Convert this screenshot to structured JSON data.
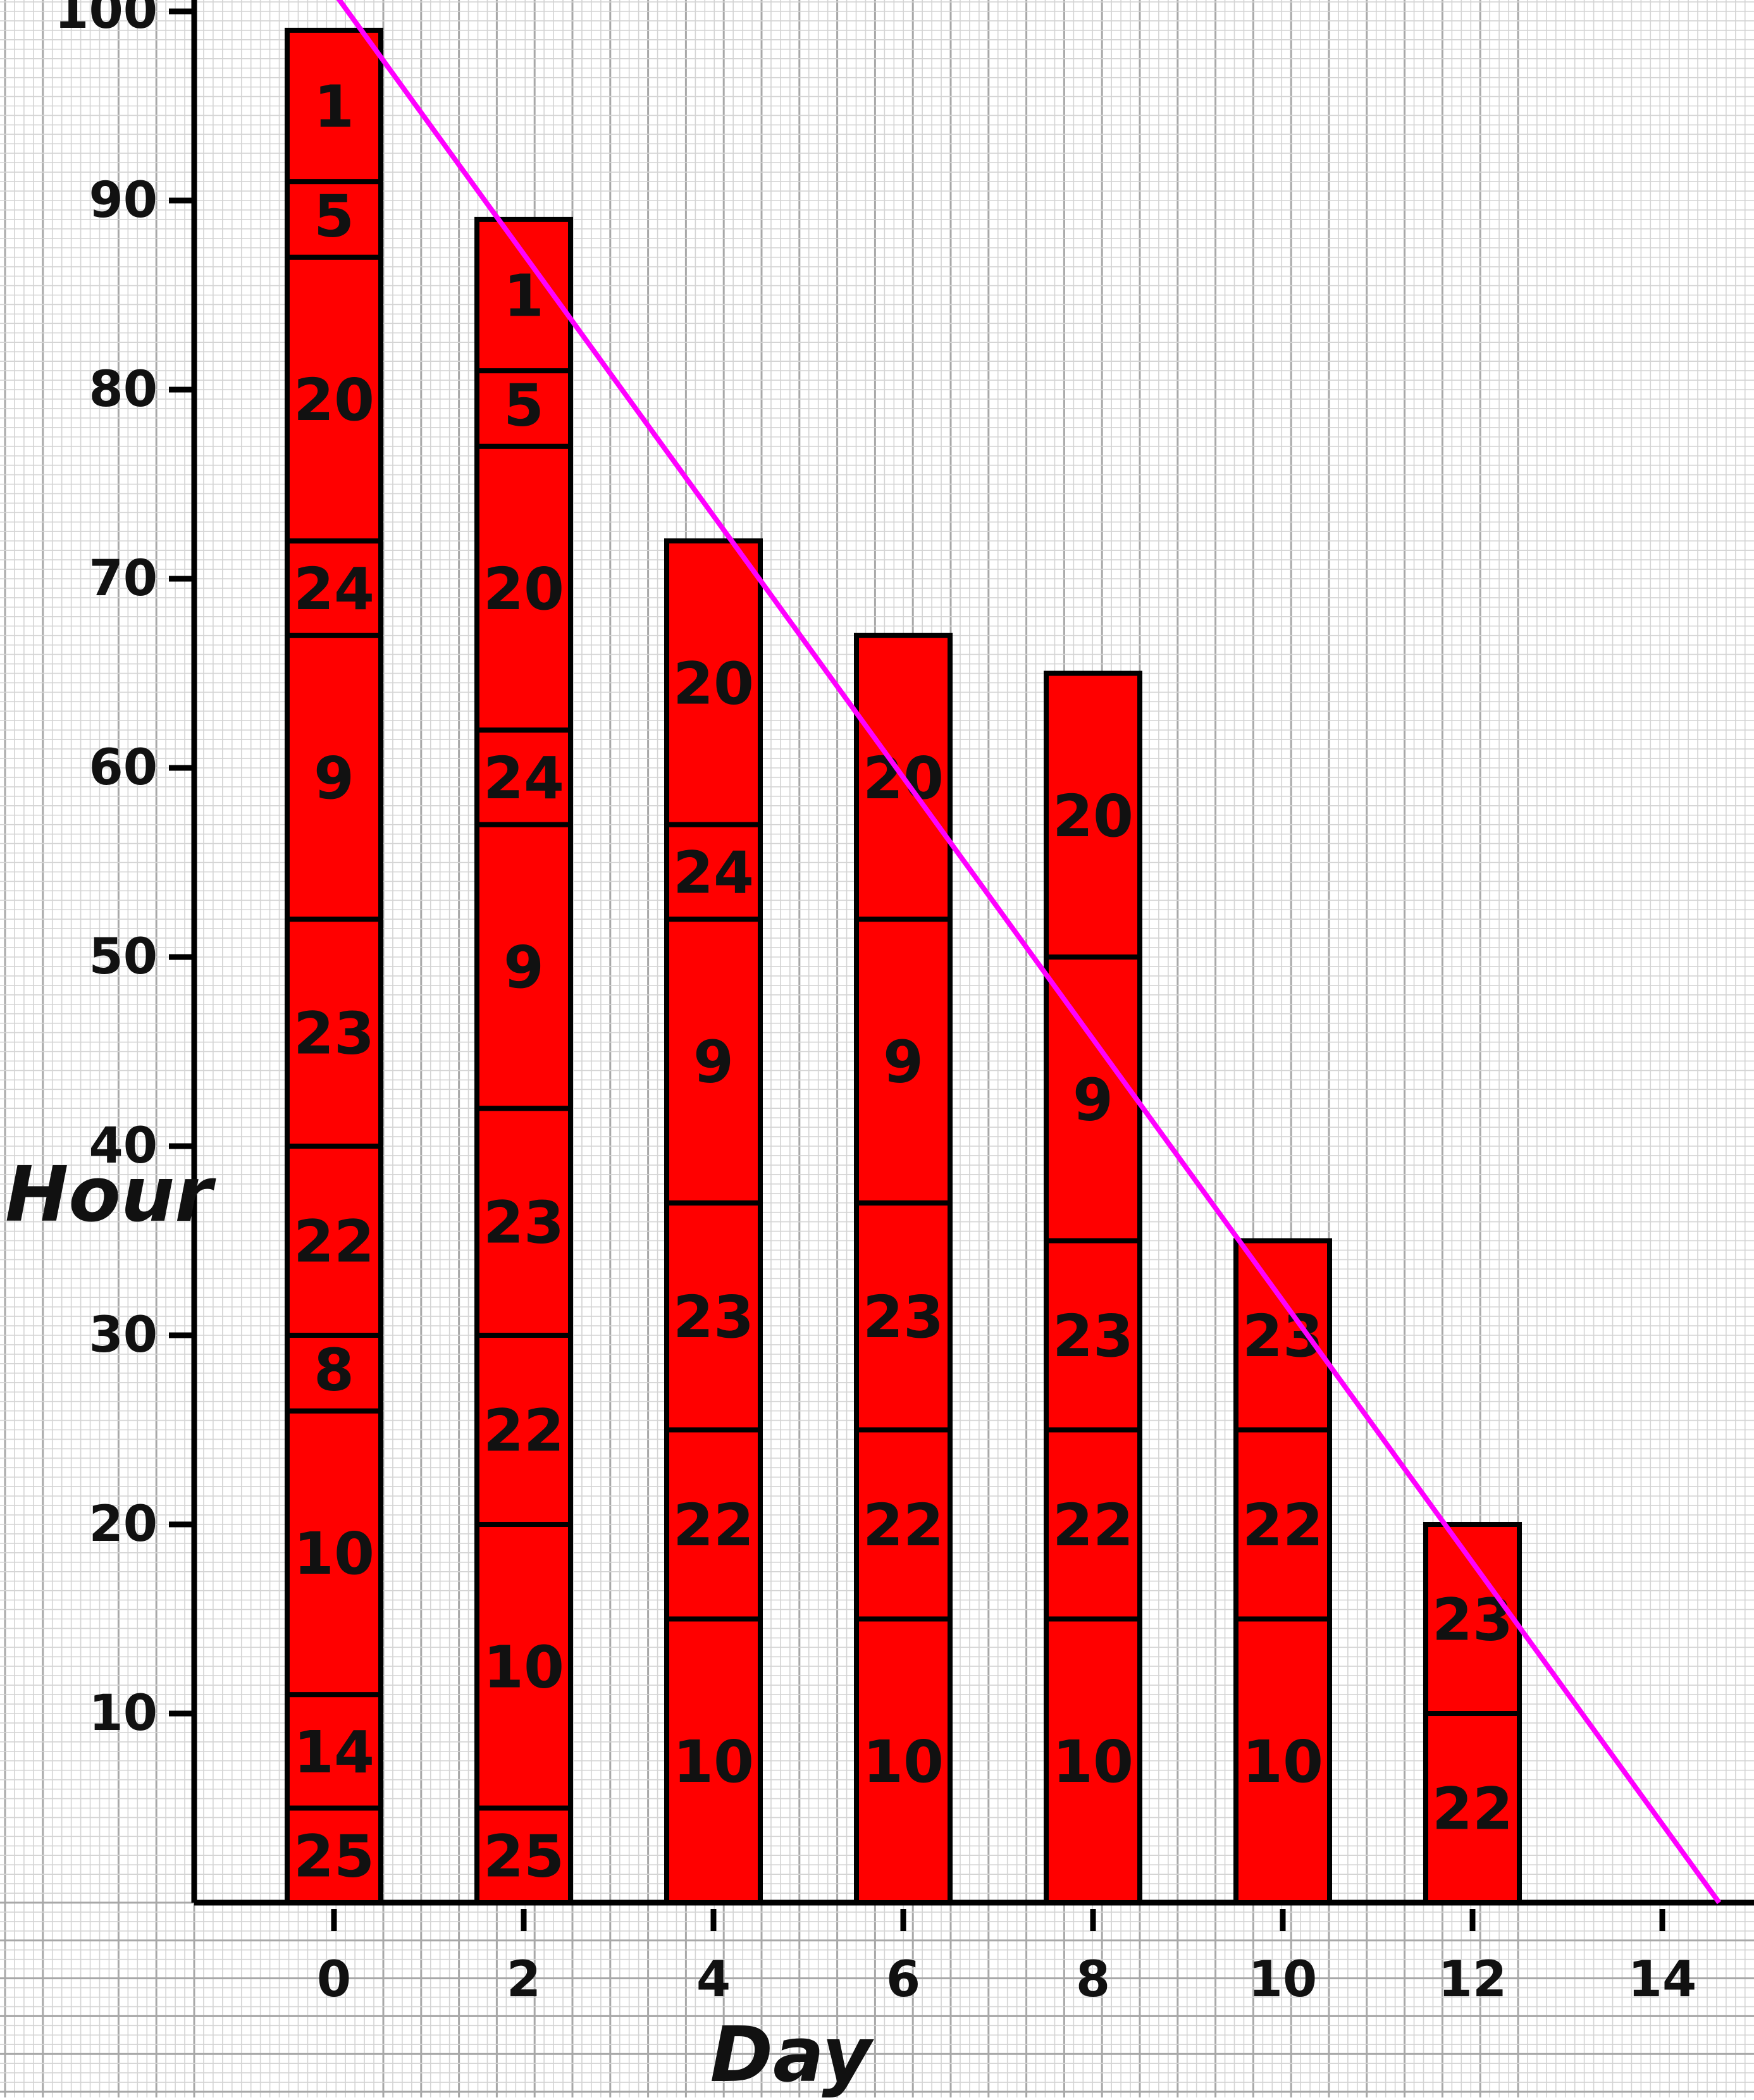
{
  "chart_data": {
    "type": "bar",
    "stacked": true,
    "xlabel": "Day",
    "ylabel": "Hour",
    "xlim": [
      -1,
      15
    ],
    "ylim": [
      0,
      100
    ],
    "x_ticks": [
      0,
      2,
      4,
      6,
      8,
      10,
      12,
      14
    ],
    "y_ticks": [
      10,
      20,
      30,
      40,
      50,
      60,
      70,
      80,
      90,
      100
    ],
    "grid": true,
    "bar_color": "#ff0000",
    "bars": [
      {
        "day": 0,
        "segments": [
          {
            "label": "25",
            "value": 5
          },
          {
            "label": "14",
            "value": 6
          },
          {
            "label": "10",
            "value": 15
          },
          {
            "label": "8",
            "value": 4
          },
          {
            "label": "22",
            "value": 10
          },
          {
            "label": "23",
            "value": 12
          },
          {
            "label": "9",
            "value": 15
          },
          {
            "label": "24",
            "value": 5
          },
          {
            "label": "20",
            "value": 15
          },
          {
            "label": "5",
            "value": 4
          },
          {
            "label": "1",
            "value": 8
          }
        ]
      },
      {
        "day": 2,
        "segments": [
          {
            "label": "25",
            "value": 5
          },
          {
            "label": "10",
            "value": 15
          },
          {
            "label": "22",
            "value": 10
          },
          {
            "label": "23",
            "value": 12
          },
          {
            "label": "9",
            "value": 15
          },
          {
            "label": "24",
            "value": 5
          },
          {
            "label": "20",
            "value": 15
          },
          {
            "label": "5",
            "value": 4
          },
          {
            "label": "1",
            "value": 8
          }
        ]
      },
      {
        "day": 4,
        "segments": [
          {
            "label": "10",
            "value": 15
          },
          {
            "label": "22",
            "value": 10
          },
          {
            "label": "23",
            "value": 12
          },
          {
            "label": "9",
            "value": 15
          },
          {
            "label": "24",
            "value": 5
          },
          {
            "label": "20",
            "value": 15
          }
        ]
      },
      {
        "day": 6,
        "segments": [
          {
            "label": "10",
            "value": 15
          },
          {
            "label": "22",
            "value": 10
          },
          {
            "label": "23",
            "value": 12
          },
          {
            "label": "9",
            "value": 15
          },
          {
            "label": "20",
            "value": 15
          }
        ]
      },
      {
        "day": 8,
        "segments": [
          {
            "label": "10",
            "value": 15
          },
          {
            "label": "22",
            "value": 10
          },
          {
            "label": "23",
            "value": 10
          },
          {
            "label": "9",
            "value": 15
          },
          {
            "label": "20",
            "value": 15
          }
        ]
      },
      {
        "day": 10,
        "segments": [
          {
            "label": "10",
            "value": 15
          },
          {
            "label": "22",
            "value": 10
          },
          {
            "label": "23",
            "value": 10
          }
        ]
      },
      {
        "day": 12,
        "segments": [
          {
            "label": "22",
            "value": 10
          },
          {
            "label": "23",
            "value": 10
          }
        ]
      }
    ],
    "trend_line": {
      "color": "#ff00ff",
      "points": [
        [
          0,
          101
        ],
        [
          14.6,
          0
        ]
      ]
    }
  }
}
